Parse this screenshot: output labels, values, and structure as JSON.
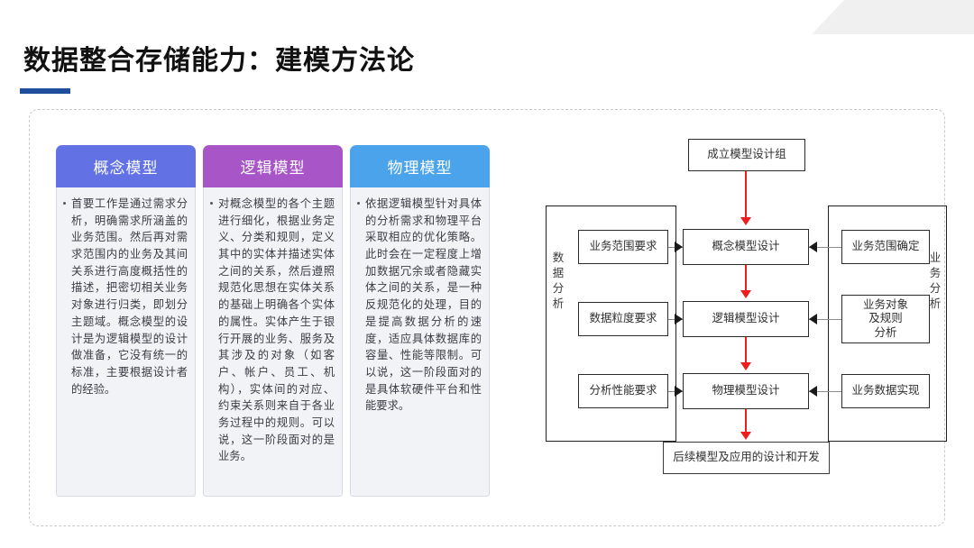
{
  "slide": {
    "title": "数据整合存储能力：建模方法论",
    "accent_color": "#1f4e9c",
    "corner_shape_color": "#f0f0f0"
  },
  "cards": [
    {
      "title": "概念模型",
      "header_color": "#6272e5",
      "body": "首要工作是通过需求分析，明确需求所涵盖的业务范围。然后再对需求范围内的业务及其间关系进行高度概括性的描述，把密切相关业务对象进行归类，即划分主题域。概念模型的设计是为逻辑模型的设计做准备，它没有统一的标准，主要根据设计者的经验。"
    },
    {
      "title": "逻辑模型",
      "header_color": "#a855c8",
      "body": "对概念模型的各个主题进行细化，根据业务定义、分类和规则，定义其中的实体并描述实体之间的关系，然后遵照规范化思想在实体关系的基础上明确各个实体的属性。实体产生于银行开展的业务、服务及其涉及的对象（如客户、帐户、员工、机构），实体间的对应、约束关系则来自于各业务过程中的规则。可以说，这一阶段面对的是业务。"
    },
    {
      "title": "物理模型",
      "header_color": "#4ba3ec",
      "body": "依据逻辑模型针对具体的分析需求和物理平台采取相应的优化策略。此时会在一定程度上增加数据冗余或者隐藏实体之间的关系，是一种反规范化的处理，目的是提高数据分析的速度，适应具体数据库的容量、性能等限制。可以说，这一阶段面对的是具体软硬件平台和性能要求。"
    }
  ],
  "diagram": {
    "top_box": "成立模型设计组",
    "bottom_box": "后续模型及应用的设计和开发",
    "center_boxes": [
      "概念模型设计",
      "逻辑模型设计",
      "物理模型设计"
    ],
    "left_group": {
      "label": "数据分析",
      "label_chars": [
        "数",
        "据",
        "分",
        "析"
      ],
      "boxes": [
        "业务范围要求",
        "数据粒度要求",
        "分析性能要求"
      ]
    },
    "right_group": {
      "label": "业务分析",
      "label_chars": [
        "业",
        "务",
        "分",
        "析"
      ],
      "boxes": [
        "业务范围确定",
        "业务对象\n及规则\n分析",
        "业务数据实现"
      ]
    },
    "flow_arrow_color": "#ee1c1c",
    "connector_color": "#8e8e8e"
  }
}
